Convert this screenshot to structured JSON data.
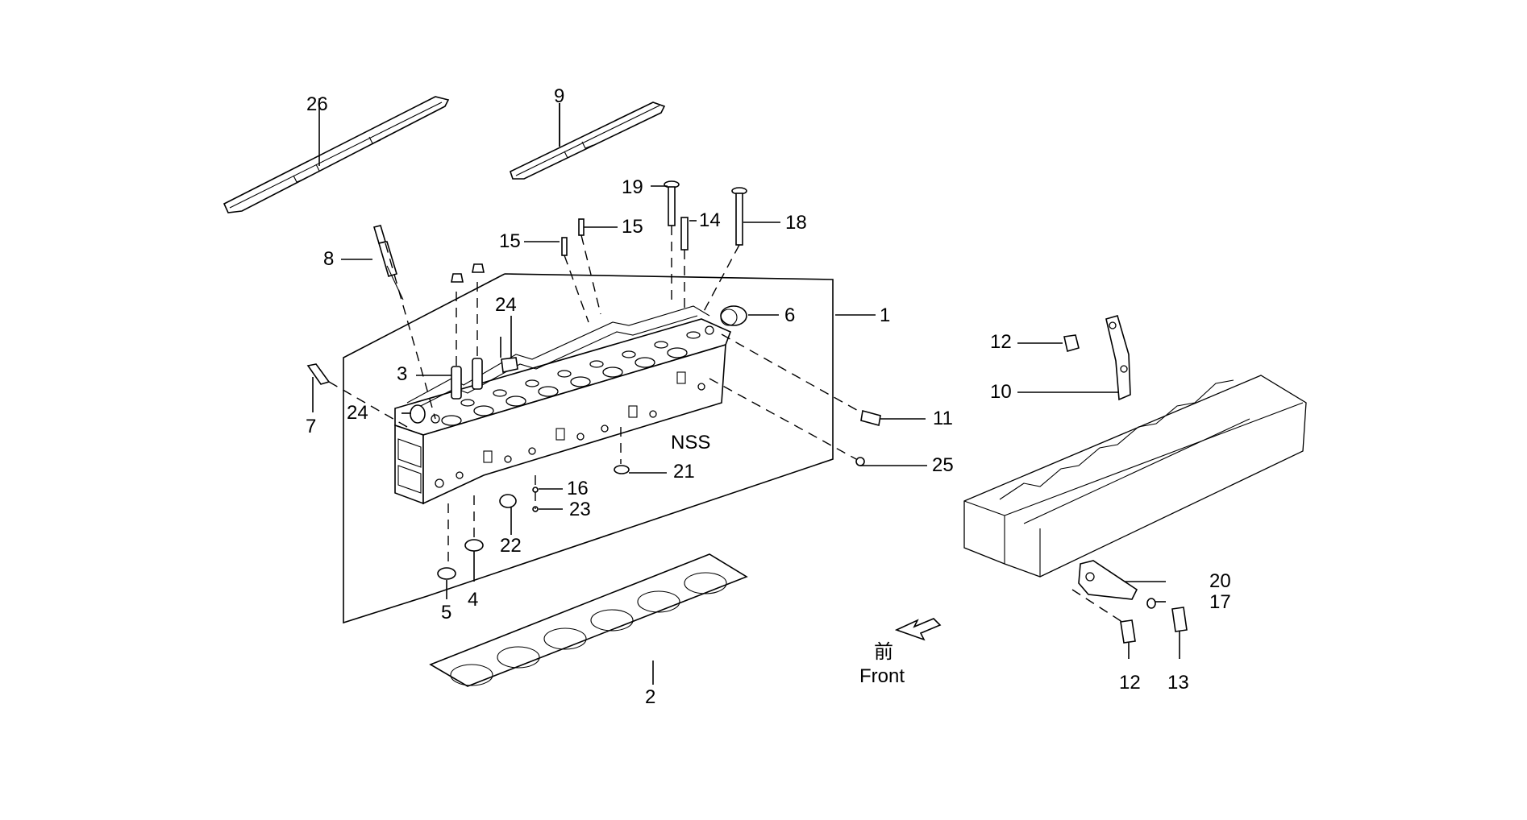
{
  "diagram": {
    "callouts": {
      "c1": "1",
      "c2": "2",
      "c3": "3",
      "c4": "4",
      "c5": "5",
      "c6": "6",
      "c7": "7",
      "c8": "8",
      "c9": "9",
      "c10": "10",
      "c11": "11",
      "c12a": "12",
      "c12b": "12",
      "c13": "13",
      "c14": "14",
      "c15a": "15",
      "c15b": "15",
      "c16": "16",
      "c17": "17",
      "c18": "18",
      "c19": "19",
      "c20": "20",
      "c21": "21",
      "c22": "22",
      "c23": "23",
      "c24a": "24",
      "c24b": "24",
      "c25": "25",
      "c26": "26",
      "nss": "NSS"
    },
    "front_indicator": {
      "kanji": "前",
      "label": "Front"
    }
  }
}
